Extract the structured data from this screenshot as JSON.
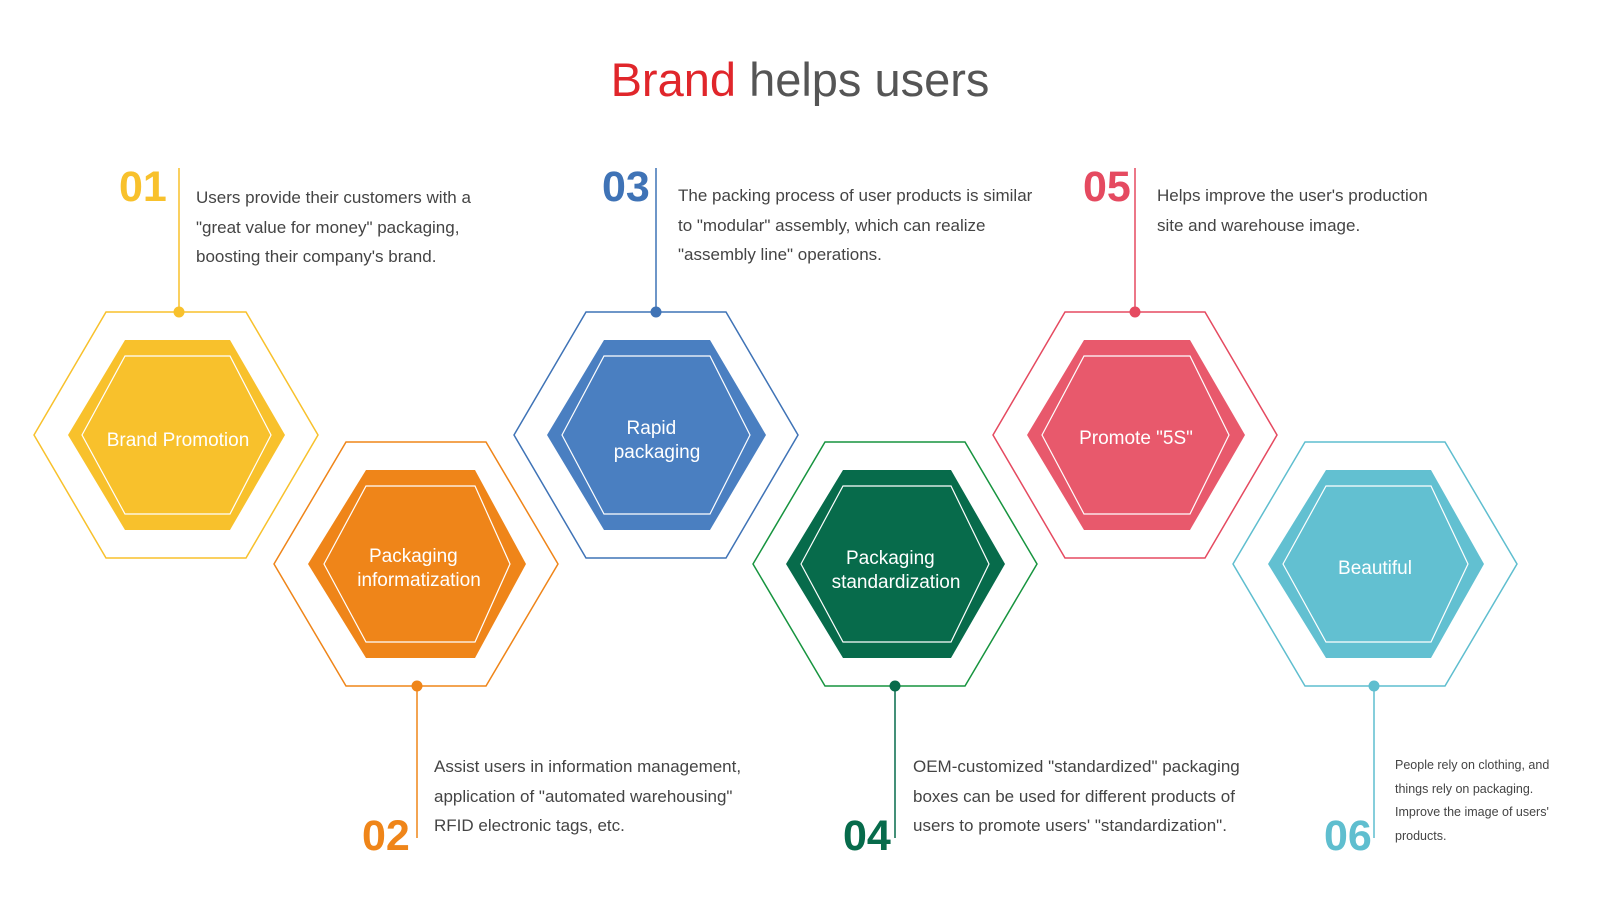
{
  "title": {
    "accent": "Brand",
    "rest": "helps users"
  },
  "colors": {
    "title_accent": "#e0262b",
    "title_rest": "#555555",
    "text": "#444444",
    "hex_fill_01": "#f8c12c",
    "hex_fill_02": "#ef8519",
    "hex_fill_03": "#4a7fc1",
    "hex_fill_04": "#076b4b",
    "hex_fill_05": "#e8596c",
    "hex_fill_06": "#62c0d1",
    "outline_01": "#f8c12c",
    "outline_02": "#ef8519",
    "outline_03": "#3f73b6",
    "outline_04": "#17943f",
    "outline_05": "#e54a60",
    "outline_06": "#5fbecf"
  },
  "items": [
    {
      "num": "01",
      "label": "Brand Promotion",
      "desc": "Users provide their customers with a\n\"great value for money\" packaging,\nboosting their company's brand."
    },
    {
      "num": "02",
      "label": "Packaging\ninformatization",
      "desc": "Assist users in information management,\napplication of \"automated warehousing\"\nRFID electronic tags, etc."
    },
    {
      "num": "03",
      "label": "Rapid\npackaging",
      "desc": "The packing process of user products is similar\nto \"modular\" assembly, which can realize\n\"assembly line\" operations."
    },
    {
      "num": "04",
      "label": "Packaging\nstandardization",
      "desc": "OEM-customized \"standardized\" packaging\nboxes can be used for different products of\nusers to promote users' \"standardization\"."
    },
    {
      "num": "05",
      "label": "Promote \"5S\"",
      "desc": "Helps improve the user's production\nsite and warehouse image."
    },
    {
      "num": "06",
      "label": "Beautiful",
      "desc": "People rely on clothing, and\nthings rely on packaging.\nImprove the image of users'\nproducts."
    }
  ]
}
